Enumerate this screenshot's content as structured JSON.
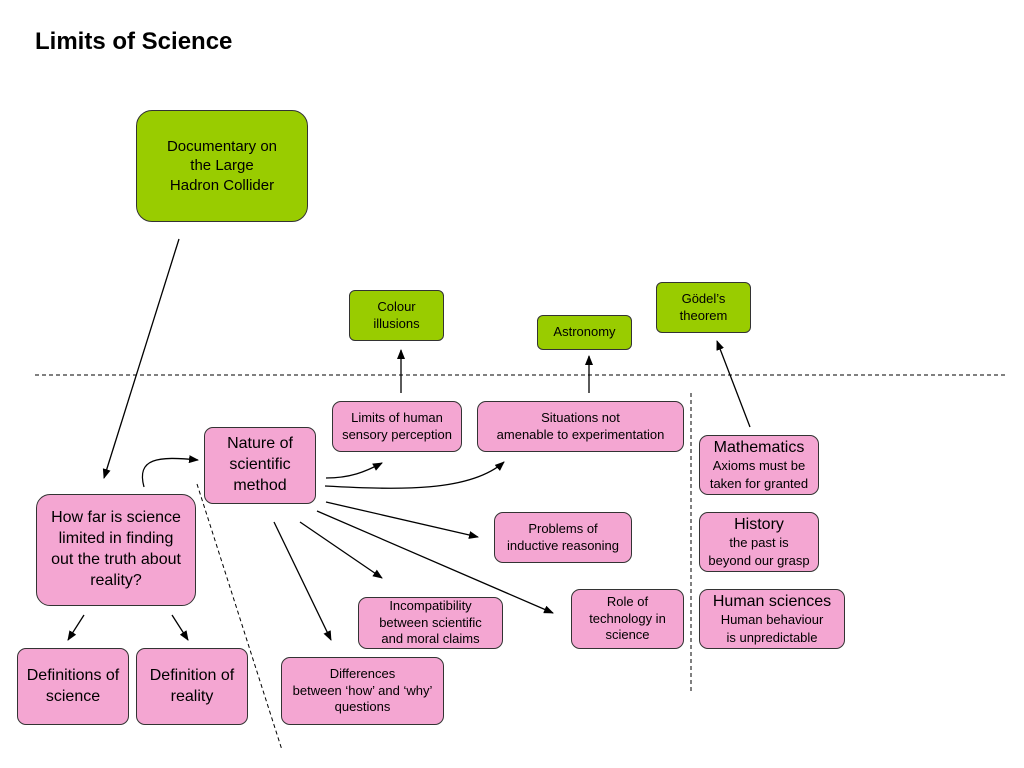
{
  "title": "Limits of Science",
  "nodes": {
    "documentary": [
      "Documentary on",
      "the Large",
      "Hadron Collider"
    ],
    "colour": [
      "Colour",
      "illusions"
    ],
    "astronomy": [
      "Astronomy"
    ],
    "godel": [
      "Gödel’s",
      "theorem"
    ],
    "limits_human": [
      "Limits of human",
      "sensory perception"
    ],
    "situations": [
      "Situations not",
      "amenable to experimentation"
    ],
    "nature": [
      "Nature of",
      "scientific",
      "method"
    ],
    "how_far": [
      "How far is science",
      "limited in finding",
      "out the truth about",
      "reality?"
    ],
    "problems": [
      "Problems of",
      "inductive reasoning"
    ],
    "role_tech": [
      "Role of",
      "technology in",
      "science"
    ],
    "incompat": [
      "Incompatibility",
      "between scientific",
      "and moral claims"
    ],
    "differences": [
      "Differences",
      "between ‘how’ and ‘why’",
      "questions"
    ],
    "defs_science": [
      "Definitions of",
      "science"
    ],
    "def_reality": [
      "Definition of",
      "reality"
    ],
    "mathematics": {
      "head": "Mathematics",
      "sub": [
        "Axioms must be",
        "taken for granted"
      ]
    },
    "history": {
      "head": "History",
      "sub": [
        "the past is",
        "beyond our grasp"
      ]
    },
    "human_sciences": {
      "head": "Human sciences",
      "sub": [
        "Human behaviour",
        "is unpredictable"
      ]
    }
  },
  "colors": {
    "green": "#99cc00",
    "pink": "#f4a6d2",
    "border": "#333333"
  }
}
